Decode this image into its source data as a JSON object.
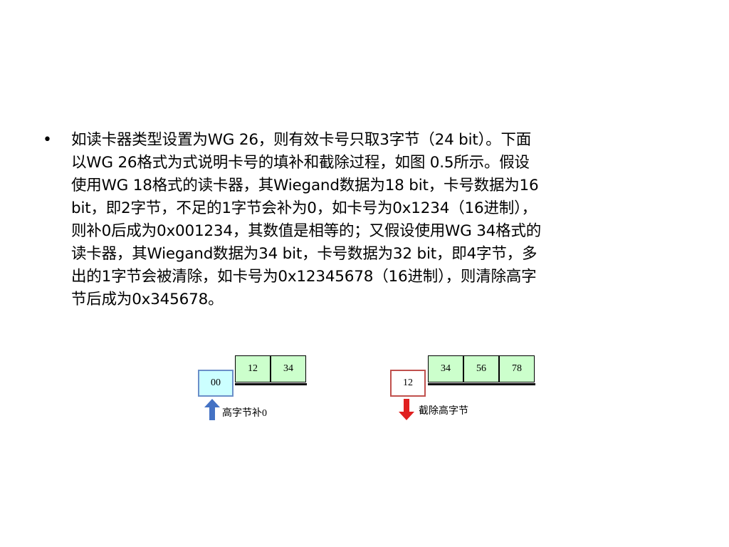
{
  "slide": {
    "bullet_char": "•",
    "paragraph_lines": [
      "如读卡器类型设置为WG 26，则有效卡号只取3字节（24 bit）。下面",
      "以WG 26格式为式说明卡号的填补和截除过程，如图 0.5所示。假设",
      "使用WG 18格式的读卡器，其Wiegand数据为18 bit，卡号数据为16",
      "bit，即2字节，不足的1字节会补为0，如卡号为0x1234（16进制），",
      "则补0后成为0x001234，其数值是相等的；又假设使用WG 34格式的",
      "读卡器，其Wiegand数据为34 bit，卡号数据为32 bit，即4字节，多",
      "出的1字节会被清除，如卡号为0x12345678（16进制），则清除高字",
      "节后成为0x345678。"
    ]
  },
  "diagram_left": {
    "bytes": [
      "12",
      "34"
    ],
    "pad_byte": "00",
    "caption": "高字节补0",
    "arrow_color": "#4472c4"
  },
  "diagram_right": {
    "bytes": [
      "34",
      "56",
      "78"
    ],
    "removed_byte": "12",
    "caption": "截除高字节",
    "arrow_color": "#e02020"
  }
}
